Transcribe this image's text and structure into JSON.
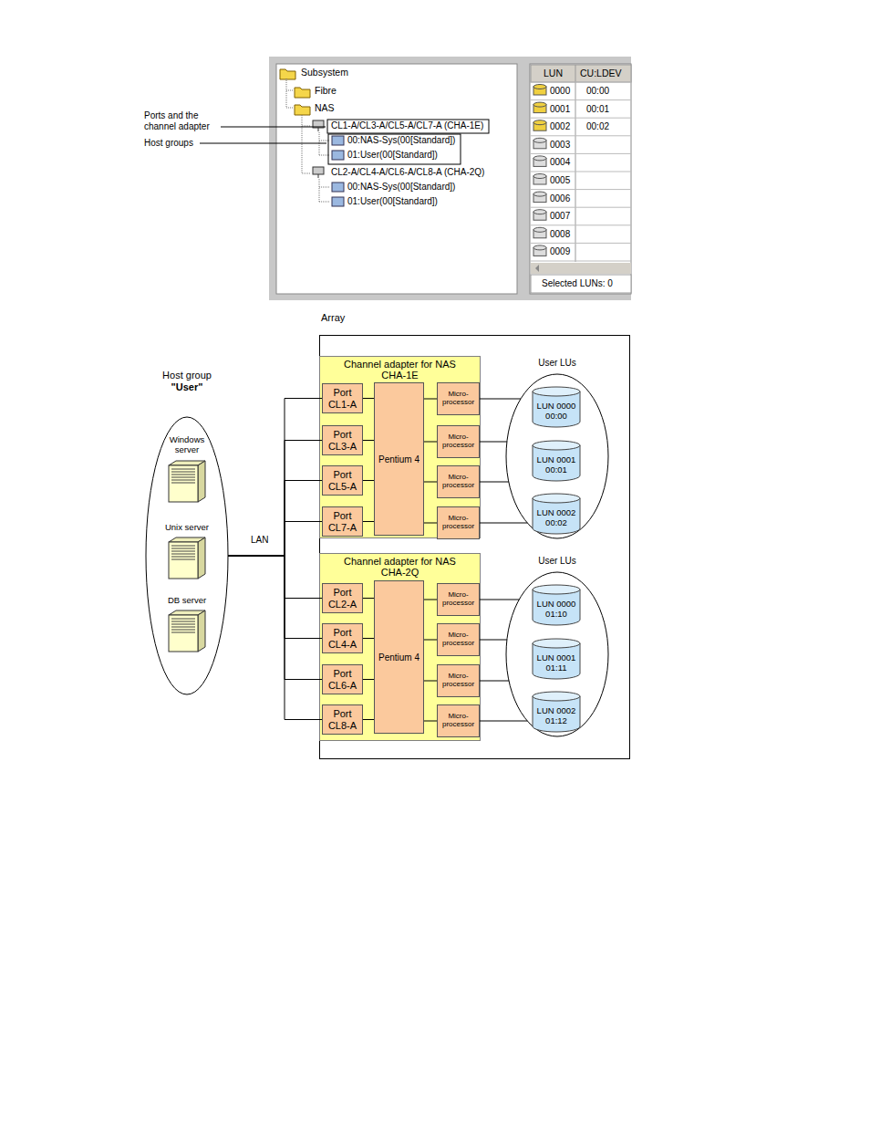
{
  "diagram": {
    "nodes": [
      {
        "text": [
          "Host group",
          "\"User\""
        ]
      },
      {
        "text": [
          "Windows server"
        ],
        "in": 0
      },
      {
        "text": [
          "Unix server"
        ],
        "in": 0
      },
      {
        "text": [
          "DB server"
        ],
        "in": 0
      },
      {
        "text": [
          "Array"
        ]
      },
      {
        "text": [
          "Channel adapter for NAS CHA-1E"
        ],
        "in": 4
      },
      {
        "text": [
          "Port CL1-A"
        ],
        "in": 5
      },
      {
        "text": [
          "Port CL3-A"
        ],
        "in": 5
      },
      {
        "text": [
          "Port CL5-A"
        ],
        "in": 5
      },
      {
        "text": [
          "Port CL7-A"
        ],
        "in": 5
      },
      {
        "text": [
          "Pentium 4"
        ],
        "in": 5
      },
      {
        "text": [
          "Micro- processor"
        ],
        "in": 5
      },
      {
        "text": [
          "Micro- processor"
        ],
        "in": 5
      },
      {
        "text": [
          "Micro- processor"
        ],
        "in": 5
      },
      {
        "text": [
          "Micro- processor"
        ],
        "in": 5
      },
      {
        "text": [
          "User LUs"
        ],
        "in": 4
      },
      {
        "text": [
          "LUN 0000",
          "00:00"
        ],
        "in": 15
      },
      {
        "text": [
          "LUN 0001",
          "00:01"
        ],
        "in": 15
      },
      {
        "text": [
          "LUN 0002",
          "00:02"
        ],
        "in": 15
      },
      {
        "text": [
          "Channel adapter for NAS CHA-2Q"
        ],
        "in": 4
      },
      {
        "text": [
          "Port CL2-A"
        ],
        "in": 19
      },
      {
        "text": [
          "Port CL4-A"
        ],
        "in": 19
      },
      {
        "text": [
          "Port CL6-A"
        ],
        "in": 19
      },
      {
        "text": [
          "Port CL8-A"
        ],
        "in": 19
      },
      {
        "text": [
          "Pentium 4"
        ],
        "in": 19
      },
      {
        "text": [
          "Micro- processor"
        ],
        "in": 19
      },
      {
        "text": [
          "Micro- processor"
        ],
        "in": 19
      },
      {
        "text": [
          "Micro- processor"
        ],
        "in": 19
      },
      {
        "text": [
          "Micro- processor"
        ],
        "in": 19
      },
      {
        "text": [
          "User LUs"
        ],
        "in": 4
      },
      {
        "text": [
          "LUN 0000",
          "01:10"
        ],
        "in": 29
      },
      {
        "text": [
          "LUN 0001",
          "01:11"
        ],
        "in": 29
      },
      {
        "text": [
          "LUN 0002",
          "01:12"
        ],
        "in": 29
      }
    ],
    "edges": [
      {
        "from": 0,
        "to": 6,
        "arrow": "none"
      },
      {
        "from": 0,
        "to": 7,
        "arrow": "none"
      },
      {
        "from": 0,
        "to": 8,
        "arrow": "none"
      },
      {
        "from": 0,
        "to": 9,
        "arrow": "none"
      },
      {
        "from": 0,
        "to": 20,
        "arrow": "none"
      },
      {
        "from": 0,
        "to": 21,
        "arrow": "none"
      },
      {
        "from": 0,
        "to": 22,
        "arrow": "none"
      },
      {
        "from": 0,
        "to": 23,
        "arrow": "none"
      },
      {
        "from": 6,
        "to": 10,
        "arrow": "none"
      },
      {
        "from": 7,
        "to": 10,
        "arrow": "none"
      },
      {
        "from": 8,
        "to": 10,
        "arrow": "none"
      },
      {
        "from": 9,
        "to": 10,
        "arrow": "none"
      },
      {
        "from": 10,
        "to": 11,
        "arrow": "none"
      },
      {
        "from": 10,
        "to": 12,
        "arrow": "none"
      },
      {
        "from": 10,
        "to": 13,
        "arrow": "none"
      },
      {
        "from": 10,
        "to": 14,
        "arrow": "none"
      },
      {
        "from": 11,
        "to": 15,
        "arrow": "none"
      },
      {
        "from": 12,
        "to": 15,
        "arrow": "none"
      },
      {
        "from": 13,
        "to": 15,
        "arrow": "none"
      },
      {
        "from": 14,
        "to": 15,
        "arrow": "none"
      },
      {
        "from": 20,
        "to": 24,
        "arrow": "none"
      },
      {
        "from": 21,
        "to": 24,
        "arrow": "none"
      },
      {
        "from": 22,
        "to": 24,
        "arrow": "none"
      },
      {
        "from": 23,
        "to": 24,
        "arrow": "none"
      },
      {
        "from": 24,
        "to": 25,
        "arrow": "none"
      },
      {
        "from": 24,
        "to": 26,
        "arrow": "none"
      },
      {
        "from": 24,
        "to": 27,
        "arrow": "none"
      },
      {
        "from": 24,
        "to": 28,
        "arrow": "none"
      },
      {
        "from": 25,
        "to": 29,
        "arrow": "none"
      },
      {
        "from": 26,
        "to": 29,
        "arrow": "none"
      },
      {
        "from": 27,
        "to": 29,
        "arrow": "none"
      },
      {
        "from": 28,
        "to": 29,
        "arrow": "none"
      }
    ],
    "labels": [
      "Subsystem",
      "Fibre",
      "NAS",
      "CL1-A/CL3-A/CL5-A/CL7-A (CHA-1E)",
      "00:NAS-Sys(00[Standard])",
      "01:User(00[Standard])",
      "CL2-A/CL4-A/CL6-A/CL8-A (CHA-2Q)",
      "00:NAS-Sys(00[Standard])",
      "01:User(00[Standard])",
      "Ports and the channel adapter",
      "Host groups",
      "LUN",
      "CU:LDEV",
      "0000",
      "00:00",
      "0001",
      "00:01",
      "0002",
      "00:02",
      "0003",
      "0004",
      "0005",
      "0006",
      "0007",
      "0008",
      "0009",
      "Selected LUNs: 0",
      "LAN"
    ]
  }
}
